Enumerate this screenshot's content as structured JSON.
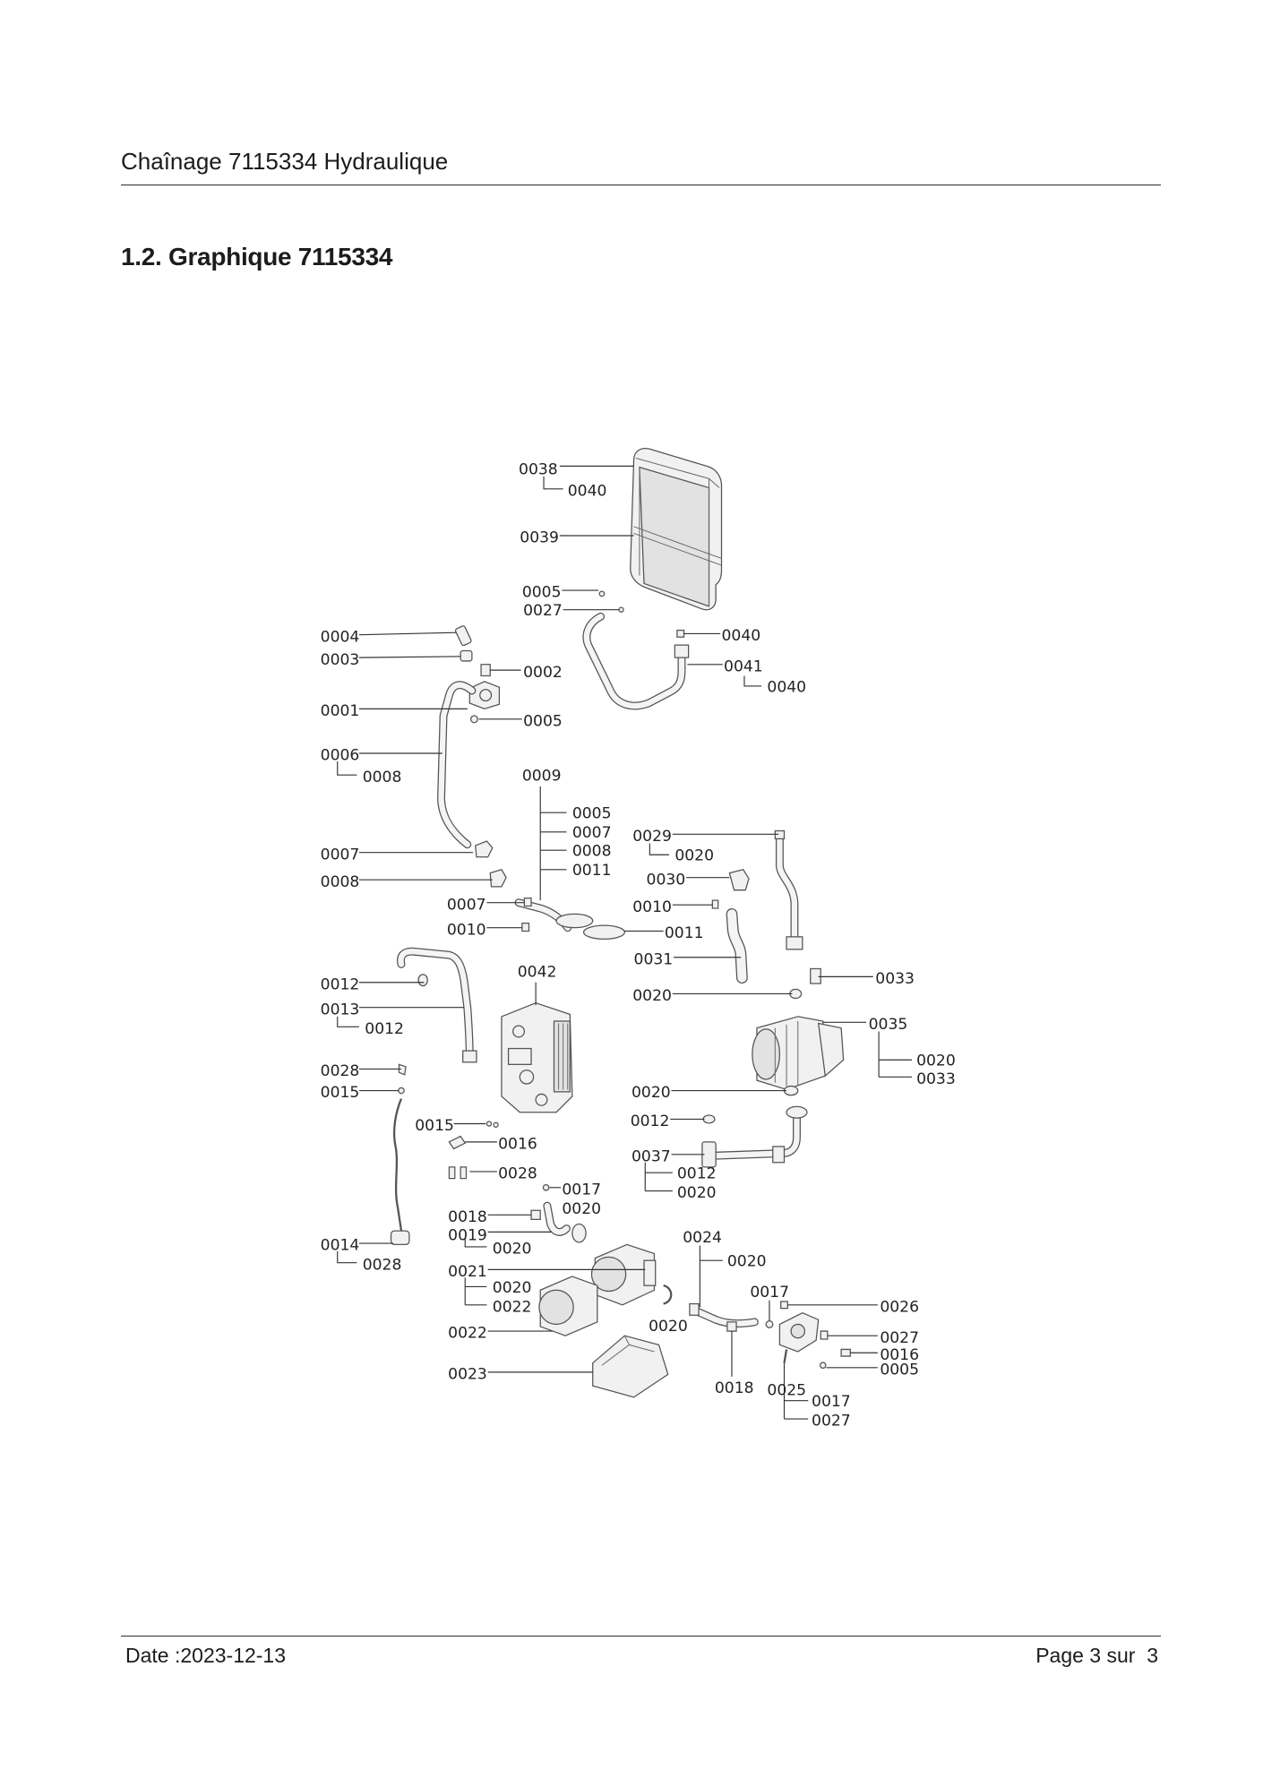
{
  "header": {
    "title": "Chaînage 7115334 Hydraulique"
  },
  "section": {
    "title": "1.2. Graphique 7115334"
  },
  "diagram": {
    "labels": [
      "0038",
      "0040",
      "0039",
      "0005",
      "0027",
      "0004",
      "0040",
      "0003",
      "0041",
      "0002",
      "0040",
      "0001",
      "0005",
      "0006",
      "0008",
      "0009",
      "0005",
      "0007",
      "0029",
      "0008",
      "0020",
      "0007",
      "0011",
      "0030",
      "0008",
      "0007",
      "0010",
      "0010",
      "0011",
      "0031",
      "0042",
      "0033",
      "0012",
      "0020",
      "0013",
      "0012",
      "0035",
      "0020",
      "0028",
      "0033",
      "0015",
      "0020",
      "0012",
      "0015",
      "0016",
      "0037",
      "0028",
      "0012",
      "0017",
      "0020",
      "0020",
      "0018",
      "0019",
      "0024",
      "0014",
      "0020",
      "0020",
      "0028",
      "0021",
      "0020",
      "0017",
      "0022",
      "0026",
      "0020",
      "0022",
      "0027",
      "0016",
      "0005",
      "0023",
      "0018",
      "0025",
      "0017",
      "0027"
    ]
  },
  "footer": {
    "date": "Date :2023-12-13",
    "page": "Page 3 sur  3"
  }
}
